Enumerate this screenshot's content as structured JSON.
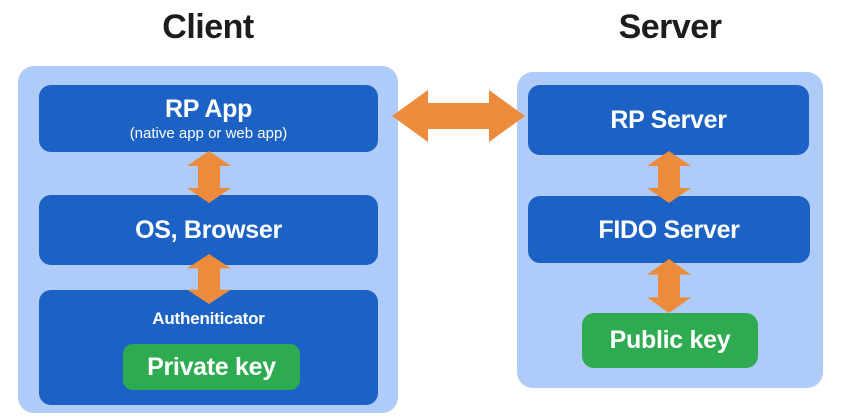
{
  "client": {
    "title": "Client",
    "rp_app": {
      "label": "RP App",
      "sublabel": "(native app or web app)"
    },
    "os_browser": {
      "label": "OS, Browser"
    },
    "authenticator": {
      "label": "Autheniticator"
    },
    "private_key": {
      "label": "Private key"
    }
  },
  "server": {
    "title": "Server",
    "rp_server": {
      "label": "RP Server"
    },
    "fido_server": {
      "label": "FIDO Server"
    },
    "public_key": {
      "label": "Public key"
    }
  },
  "colors": {
    "container_bg": "#aecbfa",
    "box_bg": "#1b62c4",
    "key_bg": "#2eab51",
    "arrow": "#ec8b3c",
    "title_text": "#1c1c1f",
    "box_text": "#ffffff"
  }
}
